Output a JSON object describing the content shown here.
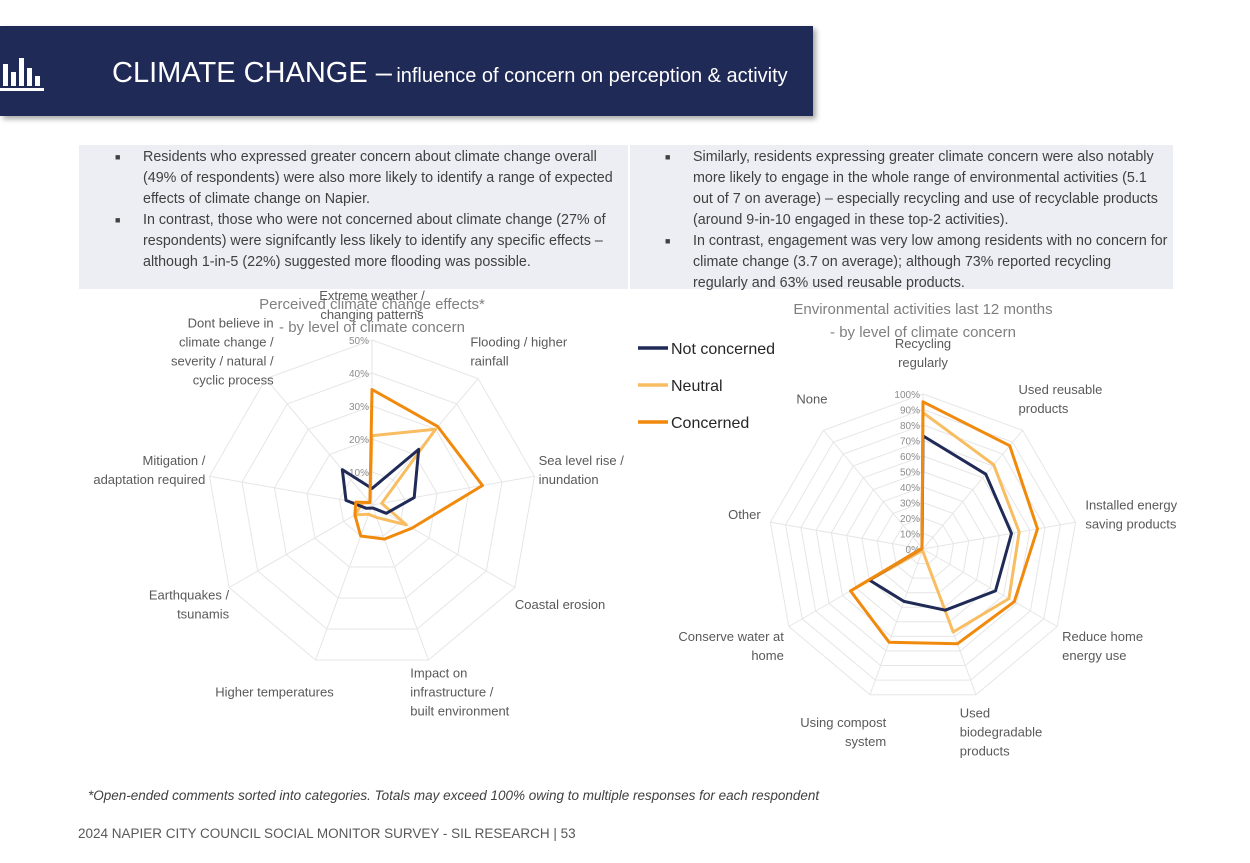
{
  "header": {
    "title_main": "CLIMATE CHANGE –",
    "title_sub": "influence of concern on perception & activity",
    "logo_icon": "bar-chart-icon",
    "bg_color": "#1f2a56"
  },
  "left_text": [
    "Residents who expressed greater concern about climate change overall (49% of respondents) were also more likely to identify a range of expected effects of climate change on Napier.",
    "In contrast, those who were not concerned about climate change (27% of respondents) were signifcantly less likely to identify any specific effects – although 1-in-5 (22%) suggested more flooding was possible."
  ],
  "right_text": [
    "Similarly, residents expressing greater climate concern were also notably more likely to engage in the whole range of environmental activities (5.1 out of 7 on average) – especially recycling and use of recyclable products (around 9-in-10 engaged in these top-2 activities).",
    "In contrast, engagement was very low among residents with no concern for climate change (3.7 on average); although 73% reported recycling regularly and 63% used reusable products."
  ],
  "legend": [
    {
      "name": "Not concerned",
      "color": "#1f2a56"
    },
    {
      "name": "Neutral",
      "color": "#f9bd61"
    },
    {
      "name": "Concerned",
      "color": "#f18a0c"
    }
  ],
  "chart_data": [
    {
      "type": "radar",
      "title": "Perceived climate change effects*",
      "subtitle": "- by level of climate concern",
      "rmax": 50,
      "ticks": [
        "50%",
        "40%",
        "30%",
        "20%",
        "10%"
      ],
      "categories": [
        "Extreme weather / changing patterns",
        "Flooding / higher rainfall",
        "Sea level rise / inundation",
        "Coastal erosion",
        "Impact on infrastructure / built environment",
        "Higher temperatures",
        "Earthquakes / tsunamis",
        "Mitigation / adaptation required",
        "Dont believe in climate change / severity / natural / cyclic process"
      ],
      "series": [
        {
          "name": "Not concerned",
          "values": [
            5,
            22,
            13,
            5,
            1,
            1,
            2,
            8,
            14
          ]
        },
        {
          "name": "Neutral",
          "values": [
            21,
            30,
            3,
            12,
            4,
            3,
            6,
            3,
            1
          ]
        },
        {
          "name": "Concerned",
          "values": [
            35,
            31,
            34,
            14,
            11,
            10,
            6,
            5,
            1
          ]
        }
      ]
    },
    {
      "type": "radar",
      "title": "Environmental activities last 12 months",
      "subtitle": "- by level of climate concern",
      "rmax": 100,
      "ticks": [
        "100%",
        "90%",
        "80%",
        "70%",
        "60%",
        "50%",
        "40%",
        "30%",
        "20%",
        "10%",
        "0%"
      ],
      "categories": [
        "Recycling regularly",
        "Used reusable products",
        "Installed energy saving products",
        "Reduce home energy use",
        "Used biodegradable products",
        "Using compost system",
        "Conserve water at home",
        "Other",
        "None"
      ],
      "series": [
        {
          "name": "Not concerned",
          "values": [
            73,
            63,
            58,
            54,
            42,
            36,
            40,
            1,
            1
          ]
        },
        {
          "name": "Neutral",
          "values": [
            88,
            71,
            63,
            64,
            57,
            1,
            49,
            1,
            1
          ]
        },
        {
          "name": "Concerned",
          "values": [
            95,
            87,
            75,
            68,
            65,
            64,
            54,
            1,
            1
          ]
        }
      ]
    }
  ],
  "footnote": "*Open-ended comments sorted into categories. Totals may exceed 100% owing to multiple responses for each respondent",
  "footer": "2024 NAPIER CITY COUNCIL SOCIAL MONITOR SURVEY - SIL RESEARCH | 53"
}
